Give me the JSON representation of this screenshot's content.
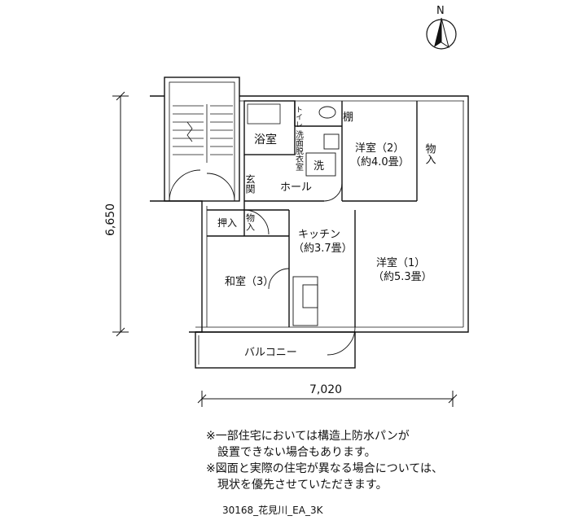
{
  "compass": {
    "label": "N"
  },
  "dimensions": {
    "height": "6,650",
    "width": "7,020"
  },
  "rooms": {
    "bath": "浴室",
    "toilet": "トイレ",
    "shelf": "棚",
    "washroom": "洗面脱衣室",
    "washer": "洗",
    "entrance": "玄関",
    "hall": "ホール",
    "western2_name": "洋室（2）",
    "western2_size": "（約4.0畳）",
    "storage_east": "物入",
    "closet_oshiire": "押入",
    "storage_small": "物入",
    "kitchen_name": "キッチン",
    "kitchen_size": "（約3.7畳）",
    "western1_name": "洋室（1）",
    "western1_size": "（約5.3畳）",
    "japanese3": "和室（3）",
    "balcony": "バルコニー"
  },
  "notes": [
    {
      "line1": "※一部住宅においては構造上防水パンが",
      "line2": "設置できない場合もあります。"
    },
    {
      "line1": "※図面と実際の住宅が異なる場合については、",
      "line2": "現状を優先させていただきます。"
    }
  ],
  "plan_code": "30168_花見川_EA_3K"
}
